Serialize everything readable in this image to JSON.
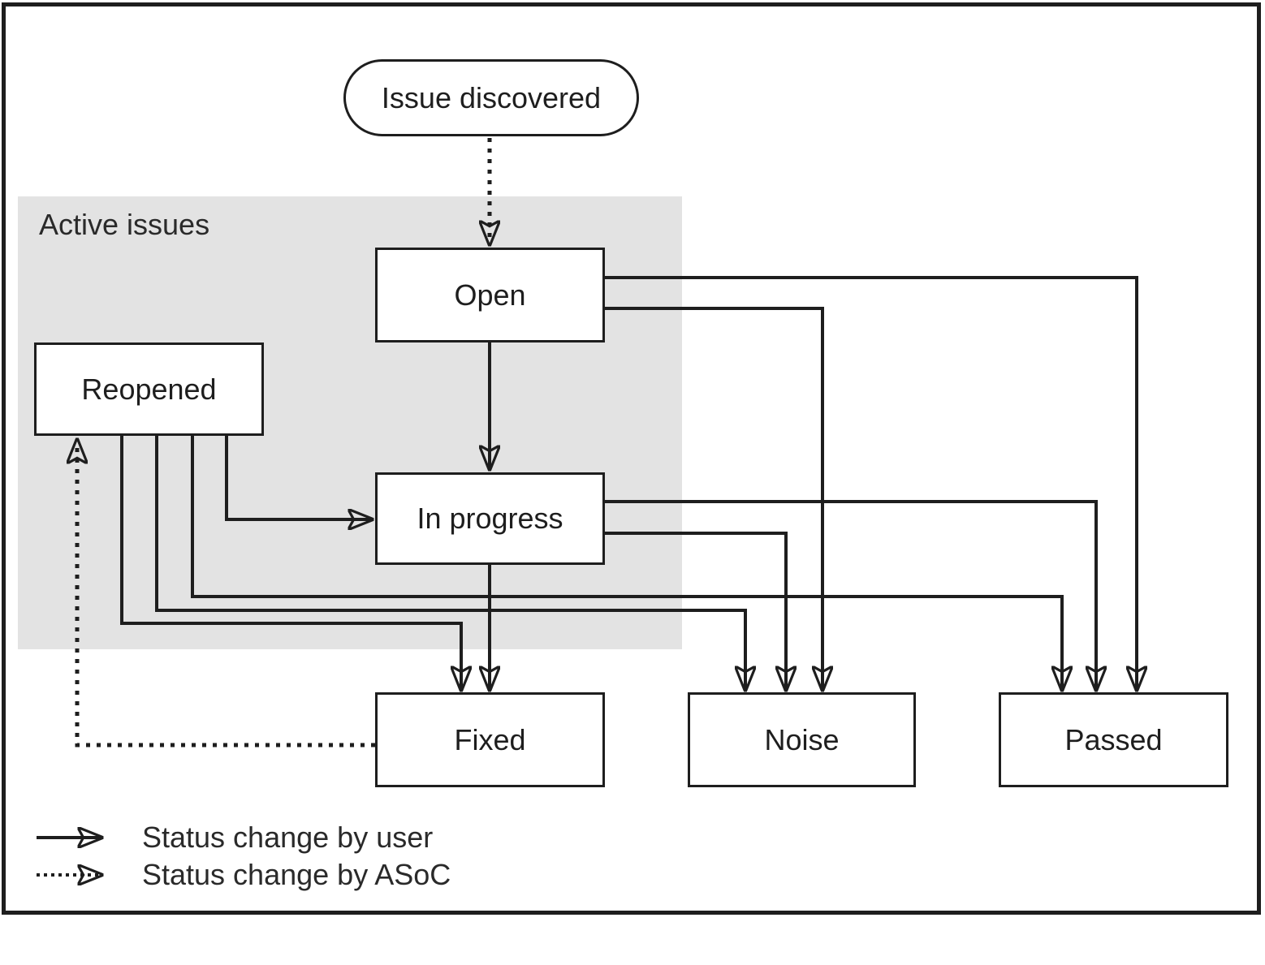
{
  "colors": {
    "ink": "#1e1e1e",
    "region_fill": "#e3e3e3",
    "box_fill": "#ffffff",
    "background": "#ffffff"
  },
  "region": {
    "label": "Active issues"
  },
  "nodes": {
    "issue_discovered": "Issue discovered",
    "open": "Open",
    "reopened": "Reopened",
    "in_progress": "In progress",
    "fixed": "Fixed",
    "noise": "Noise",
    "passed": "Passed"
  },
  "legend": {
    "user": "Status change by user",
    "asoc": "Status change by ASoC"
  },
  "edges": [
    {
      "from": "issue_discovered",
      "to": "open",
      "type": "asoc"
    },
    {
      "from": "open",
      "to": "in_progress",
      "type": "user"
    },
    {
      "from": "open",
      "to": "noise",
      "type": "user"
    },
    {
      "from": "open",
      "to": "passed",
      "type": "user"
    },
    {
      "from": "in_progress",
      "to": "fixed",
      "type": "user"
    },
    {
      "from": "in_progress",
      "to": "noise",
      "type": "user"
    },
    {
      "from": "in_progress",
      "to": "passed",
      "type": "user"
    },
    {
      "from": "reopened",
      "to": "in_progress",
      "type": "user"
    },
    {
      "from": "reopened",
      "to": "fixed",
      "type": "user"
    },
    {
      "from": "reopened",
      "to": "noise",
      "type": "user"
    },
    {
      "from": "reopened",
      "to": "passed",
      "type": "user"
    },
    {
      "from": "fixed",
      "to": "reopened",
      "type": "asoc"
    }
  ]
}
